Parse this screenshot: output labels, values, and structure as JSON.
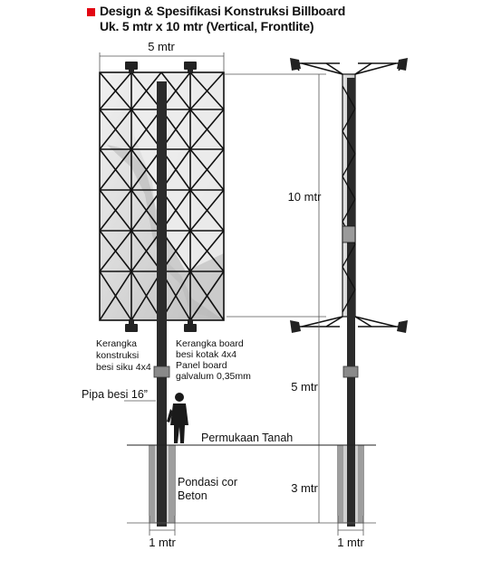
{
  "header": {
    "title": "Design & Spesifikasi Konstruksi Billboard",
    "subtitle": "Uk. 5 mtr x 10 mtr (Vertical, Frontlite)"
  },
  "dimensions": {
    "board_width": "5 mtr",
    "board_height": "10 mtr",
    "pole_height": "5 mtr",
    "foundation_depth": "3 mtr",
    "foundation_width_left": "1 mtr",
    "foundation_width_right": "1 mtr"
  },
  "labels": {
    "frame_line1": "Kerangka",
    "frame_line2": "konstruksi",
    "frame_line3": "besi siku 4x4",
    "board_line1": "Kerangka board",
    "board_line2": "besi kotak 4x4",
    "board_line3": "Panel board",
    "board_line4": "galvalum 0,35mm",
    "pipe": "Pipa besi 16”",
    "ground": "Permukaan Tanah",
    "foundation_line1": "Pondasi cor",
    "foundation_line2": "Beton"
  },
  "colors": {
    "accent": "#e30613",
    "pole": "#2b2b2b",
    "concrete": "#cfcfcf",
    "board_shade": "#d9d9d9"
  }
}
